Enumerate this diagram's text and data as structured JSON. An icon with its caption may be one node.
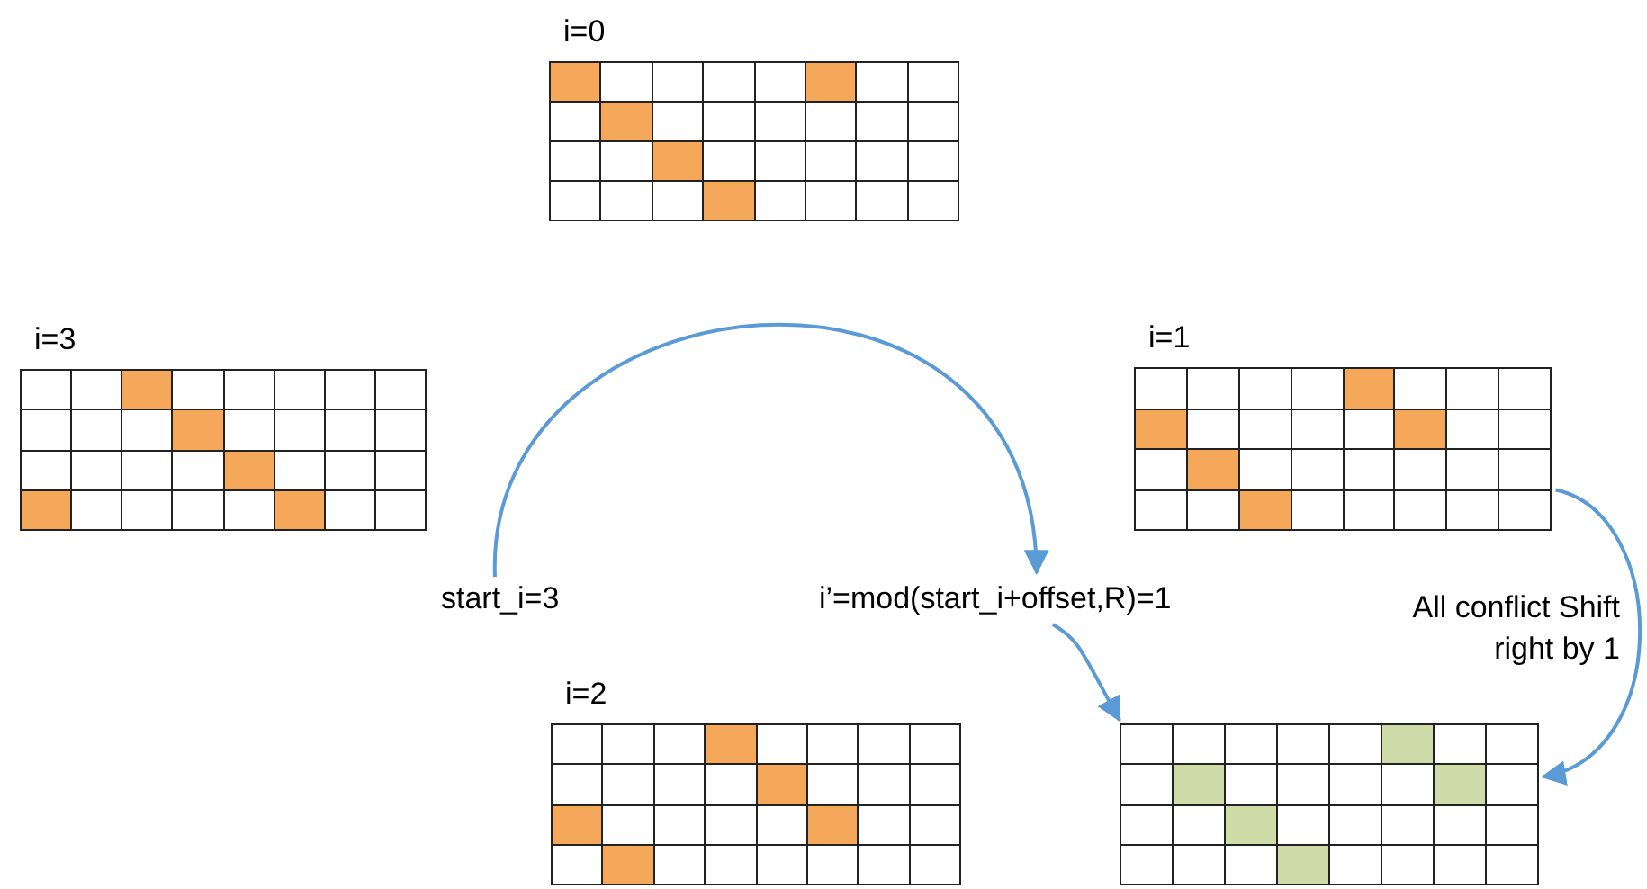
{
  "diagram": {
    "nodes": [
      {
        "text": [
          "i=0"
        ]
      },
      {
        "text": [
          "i=3"
        ]
      },
      {
        "text": [
          "i=1"
        ]
      },
      {
        "text": [
          "start_i=3"
        ]
      },
      {
        "text": [
          "i’=mod(start_i+offset,R)=1"
        ]
      },
      {
        "text": [
          "i=2"
        ]
      },
      {
        "text": [],
        "shape": "grid"
      }
    ],
    "edges": [
      {
        "from": 3,
        "to": 4,
        "arrow": "to"
      },
      {
        "from": 4,
        "to": 6,
        "arrow": "to"
      },
      {
        "from": 2,
        "to": 6,
        "arrow": "to",
        "label": "All conflict Shift right by 1"
      }
    ]
  }
}
